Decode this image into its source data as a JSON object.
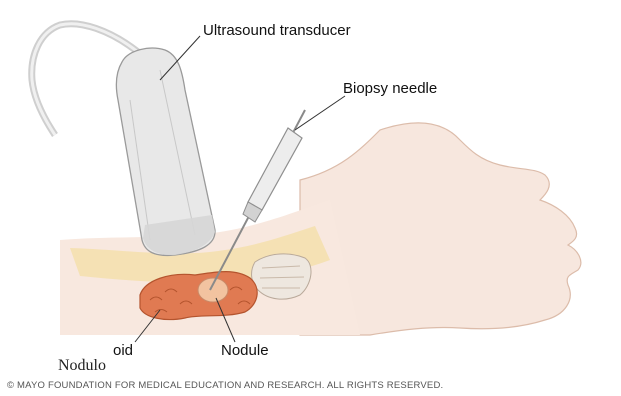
{
  "labels": {
    "transducer": "Ultrasound transducer",
    "needle": "Biopsy needle",
    "thyroid": "oid",
    "nodule": "Nodule",
    "overlay": "Nodulo"
  },
  "copyright": "© MAYO FOUNDATION FOR MEDICAL EDUCATION AND RESEARCH. ALL RIGHTS RESERVED.",
  "colors": {
    "skin": "#f6e3d8",
    "skin_line": "#dcbcaa",
    "tissue": "#f3dca6",
    "thyroid": "#e07a52",
    "nodule": "#f2c3a0",
    "probe": "#e8e8e8"
  }
}
